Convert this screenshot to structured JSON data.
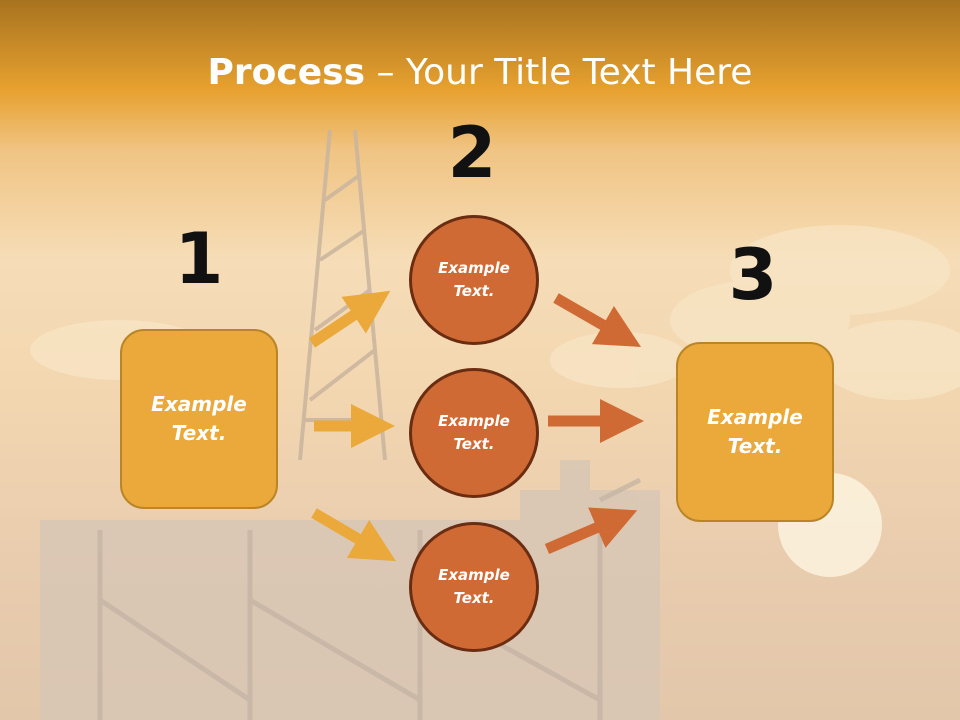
{
  "title": {
    "bold": "Process",
    "rest": " – Your Title Text Here"
  },
  "steps": [
    {
      "number": "1",
      "text": "Example\nText."
    },
    {
      "number": "2",
      "text": "Example\nText."
    },
    {
      "number": "3",
      "text": "Example\nText."
    }
  ],
  "circles": [
    {
      "text": "Example\nText."
    },
    {
      "text": "Example\nText."
    },
    {
      "text": "Example\nText."
    }
  ],
  "colors": {
    "box": "#eaa93a",
    "circle": "#d06a35",
    "arrow_left": "#eaa93a",
    "arrow_right": "#d06a35",
    "header": "#e7a12f"
  }
}
